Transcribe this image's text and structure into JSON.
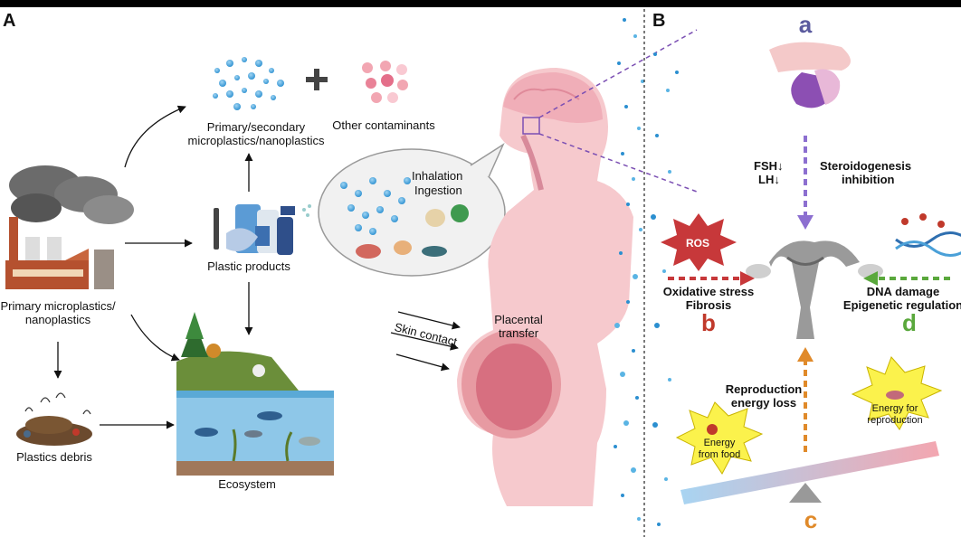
{
  "panels": {
    "a": "A",
    "b": "B"
  },
  "left": {
    "primary_secondary": [
      "Primary/secondary",
      "microplastics/nanoplastics"
    ],
    "other_contaminants": "Other contaminants",
    "plastic_products": "Plastic products",
    "primary_micro": [
      "Primary microplastics/",
      "nanoplastics"
    ],
    "plastics_debris": "Plastics debris",
    "ecosystem": "Ecosystem",
    "inhalation": "Inhalation",
    "ingestion": "Ingestion",
    "skin_contact": "Skin contact",
    "placental": [
      "Placental",
      "transfer"
    ]
  },
  "right": {
    "letter_a": "a",
    "letter_b": "b",
    "letter_c": "c",
    "letter_d": "d",
    "fsh": "FSH↓",
    "lh": "LH↓",
    "steroido": [
      "Steroidogenesis",
      "inhibition"
    ],
    "ros": "ROS",
    "oxidative": "Oxidative stress",
    "fibrosis": "Fibrosis",
    "dna_damage": "DNA damage",
    "epigenetic": "Epigenetic regulation",
    "repro_loss": [
      "Reproduction",
      "energy loss"
    ],
    "energy_food": [
      "Energy",
      "from food"
    ],
    "energy_repro": [
      "Energy for",
      "reproduction"
    ]
  },
  "colors": {
    "a": "#5a5a9e",
    "b": "#c0392b",
    "c": "#e08a2a",
    "d": "#5aa83c",
    "body": "#f6c9cd",
    "particle": "#2b8fd0"
  }
}
